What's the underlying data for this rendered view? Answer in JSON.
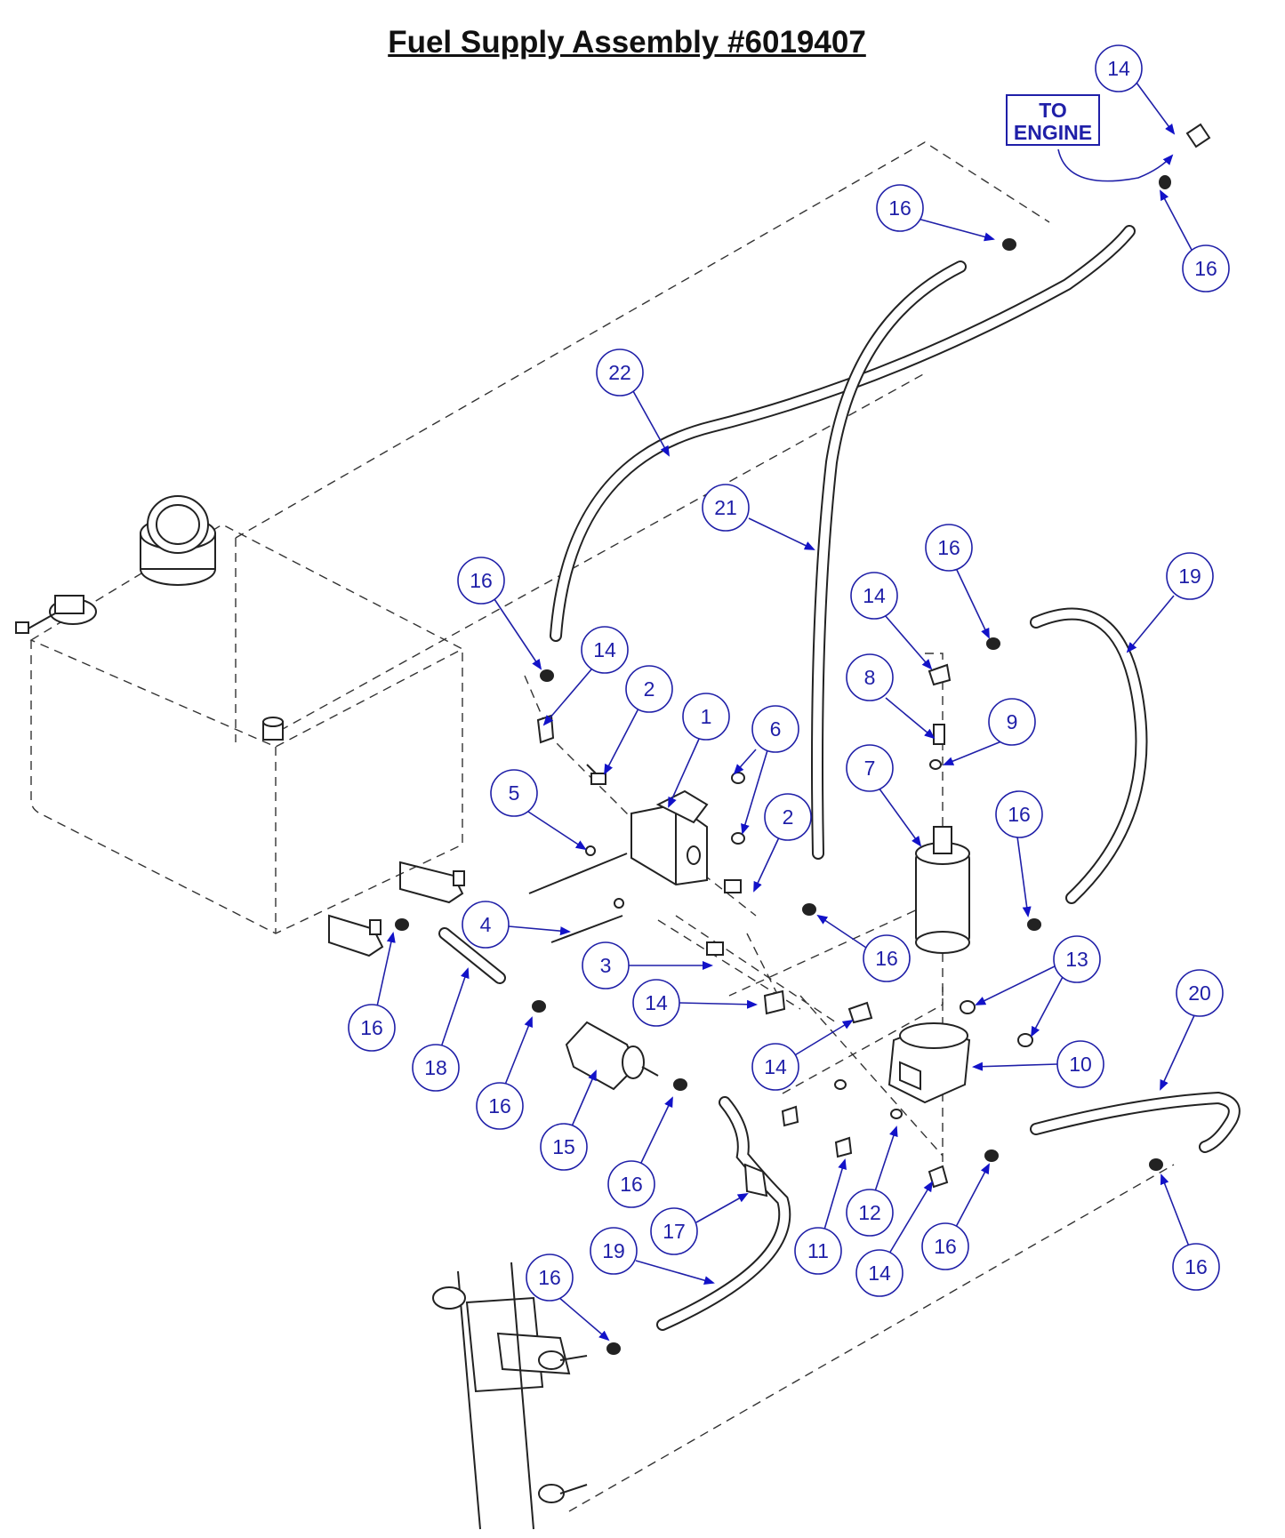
{
  "title": "Fuel Supply Assembly #6019407",
  "engine_label": {
    "line1": "TO",
    "line2": "ENGINE"
  },
  "callouts": [
    {
      "id": "c1",
      "label": "14"
    },
    {
      "id": "c2",
      "label": "16"
    },
    {
      "id": "c3",
      "label": "16"
    },
    {
      "id": "c4",
      "label": "22"
    },
    {
      "id": "c5",
      "label": "21"
    },
    {
      "id": "c6",
      "label": "16"
    },
    {
      "id": "c7",
      "label": "19"
    },
    {
      "id": "c8",
      "label": "16"
    },
    {
      "id": "c9",
      "label": "14"
    },
    {
      "id": "c10",
      "label": "14"
    },
    {
      "id": "c11",
      "label": "2"
    },
    {
      "id": "c12",
      "label": "1"
    },
    {
      "id": "c13",
      "label": "6"
    },
    {
      "id": "c14",
      "label": "8"
    },
    {
      "id": "c15",
      "label": "9"
    },
    {
      "id": "c16",
      "label": "7"
    },
    {
      "id": "c17",
      "label": "5"
    },
    {
      "id": "c18",
      "label": "2"
    },
    {
      "id": "c19",
      "label": "16"
    },
    {
      "id": "c20",
      "label": "4"
    },
    {
      "id": "c21",
      "label": "16"
    },
    {
      "id": "c22",
      "label": "3"
    },
    {
      "id": "c23",
      "label": "14"
    },
    {
      "id": "c24",
      "label": "13"
    },
    {
      "id": "c25",
      "label": "20"
    },
    {
      "id": "c26",
      "label": "16"
    },
    {
      "id": "c27",
      "label": "18"
    },
    {
      "id": "c28",
      "label": "16"
    },
    {
      "id": "c29",
      "label": "15"
    },
    {
      "id": "c30",
      "label": "14"
    },
    {
      "id": "c31",
      "label": "10"
    },
    {
      "id": "c32",
      "label": "16"
    },
    {
      "id": "c33",
      "label": "17"
    },
    {
      "id": "c34",
      "label": "12"
    },
    {
      "id": "c35",
      "label": "11"
    },
    {
      "id": "c36",
      "label": "14"
    },
    {
      "id": "c37",
      "label": "16"
    },
    {
      "id": "c38",
      "label": "16"
    },
    {
      "id": "c39",
      "label": "16"
    },
    {
      "id": "c40",
      "label": "19"
    }
  ]
}
